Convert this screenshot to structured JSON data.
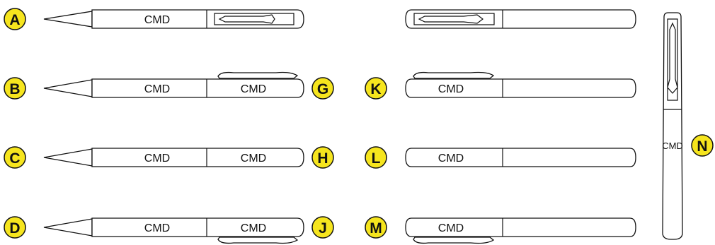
{
  "badge_color": "#F6E51E",
  "ink_color": "#111111",
  "options": [
    {
      "id": "A",
      "label": "A",
      "imprint": "CMD"
    },
    {
      "id": "B",
      "label": "B",
      "imprint_1": "CMD",
      "imprint_2": "CMD"
    },
    {
      "id": "C",
      "label": "C",
      "imprint_1": "CMD",
      "imprint_2": "CMD"
    },
    {
      "id": "D",
      "label": "D",
      "imprint_1": "CMD",
      "imprint_2": "CMD"
    },
    {
      "id": "G",
      "label": "G"
    },
    {
      "id": "H",
      "label": "H"
    },
    {
      "id": "J",
      "label": "J"
    },
    {
      "id": "K",
      "label": "K",
      "imprint": "CMD"
    },
    {
      "id": "L",
      "label": "L",
      "imprint": "CMD"
    },
    {
      "id": "M",
      "label": "M",
      "imprint": "CMD"
    },
    {
      "id": "N",
      "label": "N",
      "imprint": "CMD"
    }
  ]
}
